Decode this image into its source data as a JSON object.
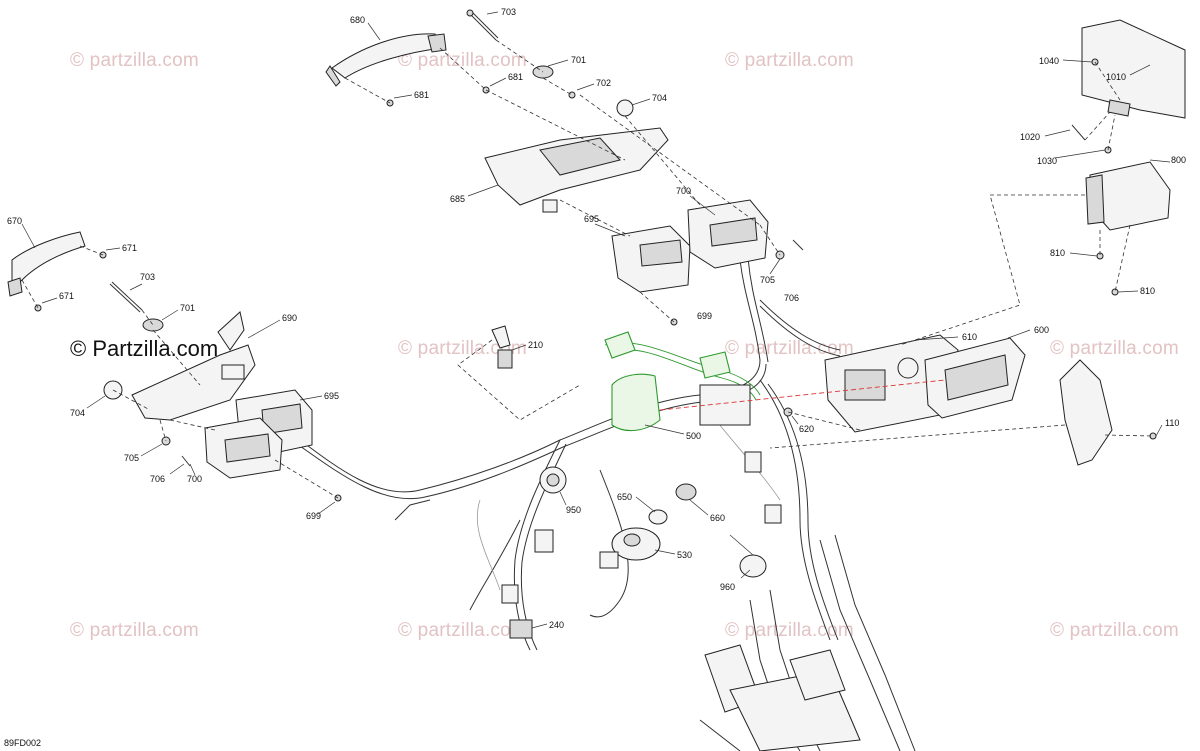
{
  "watermark": {
    "text": "© Partzilla.com",
    "small_text": "© partzilla.com"
  },
  "figure_code": "89FD002",
  "callouts": {
    "c680": "680",
    "c703a": "703",
    "c701a": "701",
    "c702": "702",
    "c681a": "681",
    "c681b": "681",
    "c704a": "704",
    "c685": "685",
    "c700a": "700",
    "c695a": "695",
    "c705a": "705",
    "c706a": "706",
    "c699a": "699",
    "c1040": "1040",
    "c1010": "1010",
    "c1020": "1020",
    "c1030": "1030",
    "c800": "800",
    "c810a": "810",
    "c810b": "810",
    "c670": "670",
    "c671a": "671",
    "c671b": "671",
    "c703b": "703",
    "c701b": "701",
    "c690": "690",
    "c704b": "704",
    "c695b": "695",
    "c705b": "705",
    "c706b": "706",
    "c700b": "700",
    "c699b": "699",
    "c210": "210",
    "c610": "610",
    "c600": "600",
    "c500": "500",
    "c620": "620",
    "c110": "110",
    "c950": "950",
    "c650": "650",
    "c660": "660",
    "c530": "530",
    "c960": "960",
    "c240": "240"
  }
}
